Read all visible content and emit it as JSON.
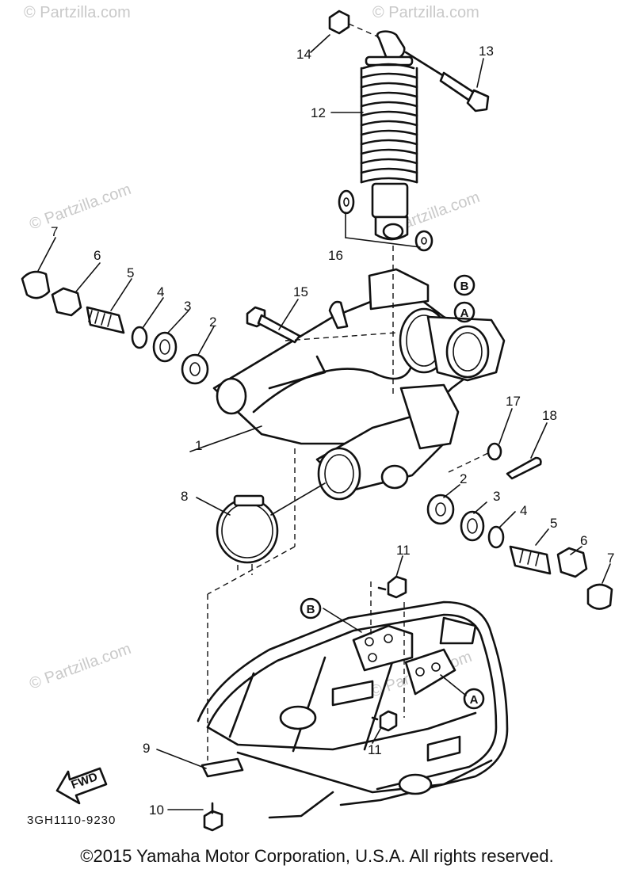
{
  "watermark_text": "© Partzilla.com",
  "callouts": {
    "c1": "1",
    "c2a": "2",
    "c2b": "2",
    "c3a": "3",
    "c3b": "3",
    "c4a": "4",
    "c4b": "4",
    "c5a": "5",
    "c5b": "5",
    "c6a": "6",
    "c6b": "6",
    "c7a": "7",
    "c7b": "7",
    "c8": "8",
    "c9": "9",
    "c10": "10",
    "c11a": "11",
    "c11b": "11",
    "c12": "12",
    "c13": "13",
    "c14": "14",
    "c15": "15",
    "c16": "16",
    "c17": "17",
    "c18": "18"
  },
  "refs": {
    "A1": "A",
    "A2": "A",
    "B1": "B",
    "B2": "B"
  },
  "fwd_label": "FWD",
  "diagram_code": "3GH1110-9230",
  "copyright": "©2015  Yamaha Motor Corporation, U.S.A. All rights reserved."
}
